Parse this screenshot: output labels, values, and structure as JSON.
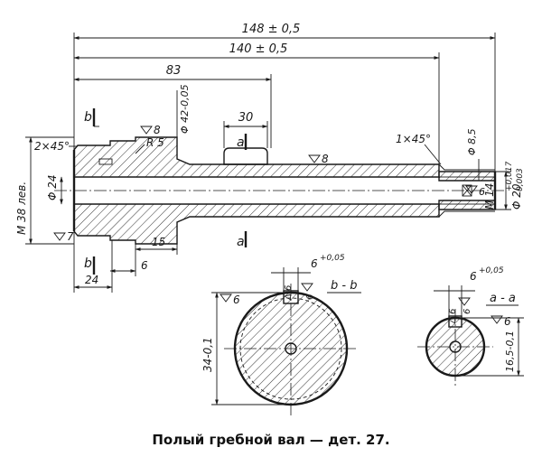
{
  "caption": "Полый гребной вал — дет. 27.",
  "dimensions": {
    "overall_length": "148 ± 0,5",
    "length_140": "140 ± 0,5",
    "length_83": "83",
    "keyway_length": "30",
    "dia_shoulder": "Φ 42-0,05",
    "dia_bore_end": "Φ 8,5",
    "dia_main_bore": "Φ 24",
    "thread_left": "M 38 лев.",
    "thread_right": "M 14",
    "dia_right_end": "Φ 20",
    "dia_right_tol_upper": "+0,017",
    "dia_right_tol_lower": "0,003",
    "chamfer_left": "2×45°",
    "chamfer_right": "1×45°",
    "fillet": "R 5",
    "width_15": "15",
    "width_6": "6",
    "width_24": "24",
    "key_width_bb": "6",
    "key_width_bb_tol": "+0,05",
    "key_width_aa": "6",
    "key_width_aa_tol": "+0,05",
    "dia_section_bb": "34-0,1",
    "dia_section_aa": "16,5-0,1",
    "depth_bb": "Δ 6",
    "depth_aa": "Δ 6"
  },
  "roughness": {
    "top_left": "8",
    "main_surface": "8",
    "left_end": "7",
    "section_bb": "6",
    "section_aa": "6",
    "depth_mark_bb": "6",
    "depth_mark_aa": "6",
    "right_end": "6"
  },
  "sections": {
    "bb_label": "b - b",
    "aa_label": "a - a",
    "mark_a_top": "a",
    "mark_a_bottom": "a",
    "mark_b_top": "b",
    "mark_b_bottom": "b"
  }
}
